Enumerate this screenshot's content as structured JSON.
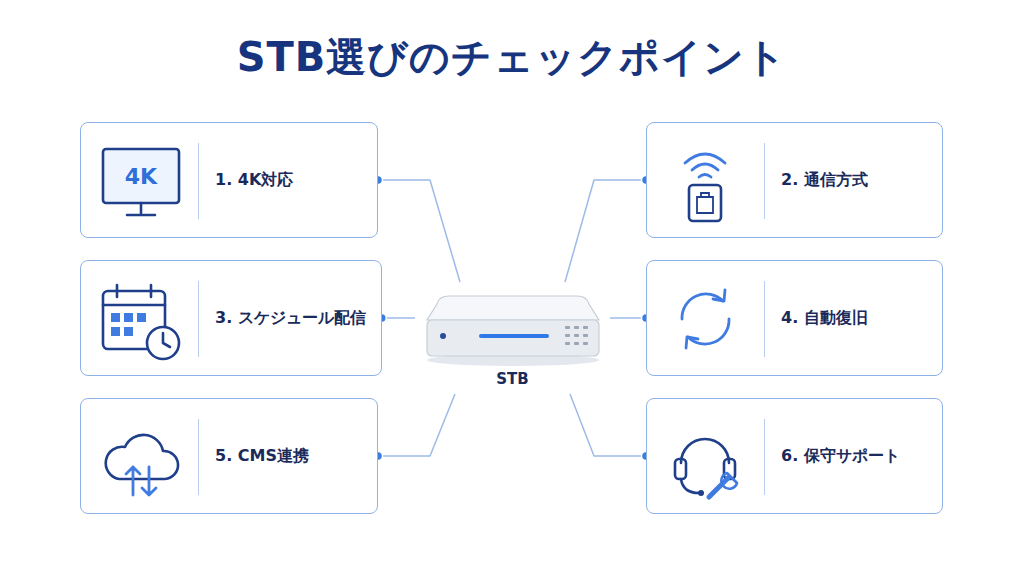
{
  "diagram": {
    "title": "STB選びのチェックポイント",
    "nodes": [
      {
        "text": [
          "4K",
          "1. 4K対応"
        ]
      },
      {
        "text": [
          "2. 通信方式"
        ]
      },
      {
        "text": [
          "3. スケジュール配信"
        ]
      },
      {
        "text": [
          "4. 自動復旧"
        ]
      },
      {
        "text": [
          "5. CMS連携"
        ]
      },
      {
        "text": [
          "6. 保守サポート"
        ]
      },
      {
        "text": [
          "STB"
        ]
      }
    ],
    "edges": [
      {
        "from": 0,
        "to": 6,
        "arrow": "none"
      },
      {
        "from": 1,
        "to": 6,
        "arrow": "none"
      },
      {
        "from": 2,
        "to": 6,
        "arrow": "none"
      },
      {
        "from": 3,
        "to": 6,
        "arrow": "none"
      },
      {
        "from": 4,
        "to": 6,
        "arrow": "none"
      },
      {
        "from": 5,
        "to": 6,
        "arrow": "none"
      }
    ]
  }
}
